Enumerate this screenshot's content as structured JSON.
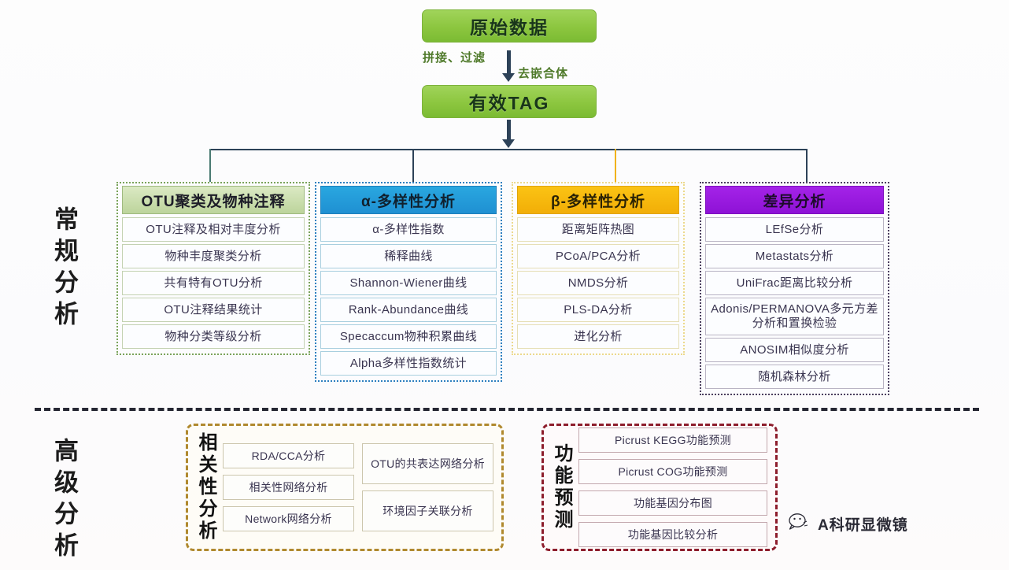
{
  "flow": {
    "raw_data": "原始数据",
    "valid_tag": "有效TAG",
    "edge_label_left": "拼接、过滤",
    "edge_label_right": "去嵌合体"
  },
  "sections": {
    "routine": "常规分析",
    "advanced": "高级分析"
  },
  "columns": [
    {
      "id": "otu",
      "title": "OTU聚类及物种注释",
      "accent": "#bcd49b",
      "items": [
        "OTU注释及相对丰度分析",
        "物种丰度聚类分析",
        "共有特有OTU分析",
        "OTU注释结果统计",
        "物种分类等级分析"
      ]
    },
    {
      "id": "alpha",
      "title": "α-多样性分析",
      "accent": "#29a7e0",
      "items": [
        "α-多样性指数",
        "稀释曲线",
        "Shannon-Wiener曲线",
        "Rank-Abundance曲线",
        "Specaccum物种积累曲线",
        "Alpha多样性指数统计"
      ]
    },
    {
      "id": "beta",
      "title": "β-多样性分析",
      "accent": "#fbc314",
      "items": [
        "距离矩阵热图",
        "PCoA/PCA分析",
        "NMDS分析",
        "PLS-DA分析",
        "进化分析"
      ]
    },
    {
      "id": "diff",
      "title": "差异分析",
      "accent": "#a423e8",
      "items": [
        "LEfSe分析",
        "Metastats分析",
        "UniFrac距离比较分析",
        "Adonis/PERMANOVA多元方差分析和置换检验",
        "ANOSIM相似度分析",
        "随机森林分析"
      ]
    }
  ],
  "advanced": {
    "correlation": {
      "title": "相关性分析",
      "accent": "#b0892f",
      "left_items": [
        "RDA/CCA分析",
        "相关性网络分析",
        "Network网络分析"
      ],
      "right_items": [
        "OTU的共表达网络分析",
        "环境因子关联分析"
      ]
    },
    "function": {
      "title": "功能预测",
      "accent": "#8d1d2c",
      "items": [
        "Picrust KEGG功能预测",
        "Picrust COG功能预测",
        "功能基因分布图",
        "功能基因比较分析"
      ]
    }
  },
  "watermark": {
    "text": "A科研显微镜",
    "icon": "wechat-icon"
  }
}
